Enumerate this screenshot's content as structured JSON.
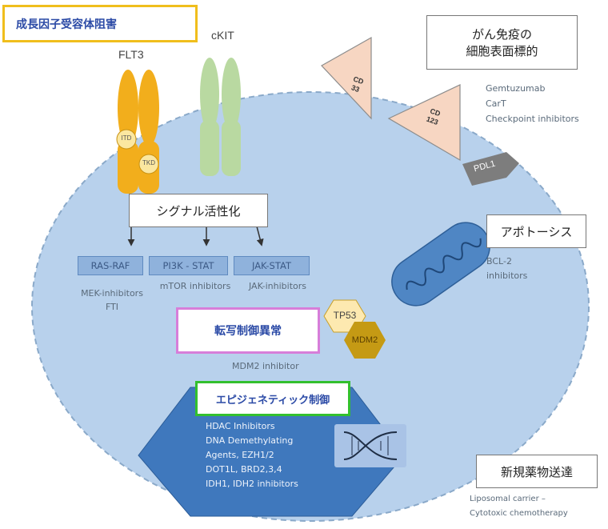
{
  "receptor_group": {
    "title": "成長因子受容体阻害",
    "flt3_label": "FLT3",
    "ckit_label": "cKIT",
    "itd_label": "ITD",
    "tkd_label": "TKD"
  },
  "signaling": {
    "title": "シグナル活性化",
    "pathways": [
      "RAS-RAF",
      "PI3K - STAT",
      "JAK-STAT"
    ],
    "inhibitors": [
      "MEK-inhibitors\nFTI",
      "mTOR inhibitors",
      "JAK-inhibitors"
    ]
  },
  "immunotherapy": {
    "title_line1": "がん免疫の",
    "title_line2": "細胞表面標的",
    "cd33_label": "CD\n33",
    "cd123_label": "CD\n123",
    "agents": [
      "Gemtuzumab",
      "CarT",
      "Checkpoint inhibitors"
    ],
    "pdl1_label": "PDL1"
  },
  "apoptosis": {
    "title": "アポトーシス",
    "drug_line1": "BCL-2",
    "drug_line2": "inhibitors"
  },
  "transcription": {
    "title": "転写制御異常",
    "tp53_label": "TP53",
    "mdm2_label": "MDM2",
    "drug": "MDM2 inhibitor"
  },
  "epigenetics": {
    "title": "エピジェネティック制御",
    "drugs": [
      "HDAC Inhibitors",
      "DNA Demethylating",
      "Agents, EZH1/2",
      "DOT1L, BRD2,3,4",
      "IDH1, IDH2 inhibitors"
    ]
  },
  "new_delivery": {
    "title": "新規薬物送達",
    "line1": "Liposomal carrier –",
    "line2": "Cytotoxic chemotherapy"
  },
  "colors": {
    "cell_fill": "#b8d1ec",
    "cell_border": "#8aa9c9",
    "receptor_orange": "#f2ae1c",
    "receptor_green": "#b9d9a1",
    "antigen_fill": "#f7d6c2",
    "epi_hex": "#3f78bd",
    "mito_fill": "#4f86c4",
    "yellow_border": "#f0be1c",
    "magenta_border": "#d77ed9",
    "green_border": "#33c02e"
  }
}
